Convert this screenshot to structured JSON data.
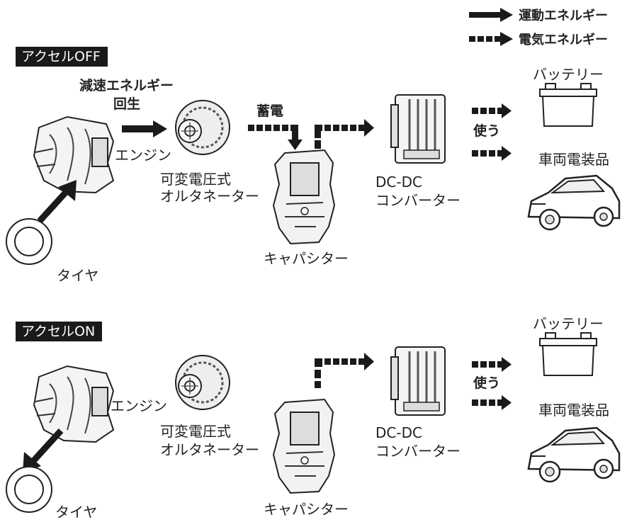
{
  "legend": {
    "kinetic": "運動エネルギー",
    "electric": "電気エネルギー"
  },
  "panels": {
    "off": {
      "tag": "アクセルOFF",
      "decel_line1": "減速エネルギー",
      "decel_line2": "回生",
      "charge": "蓄電",
      "use": "使う",
      "engine": "エンジン",
      "alternator_line1": "可変電圧式",
      "alternator_line2": "オルタネーター",
      "capacitor": "キャパシター",
      "converter_line1": "DC-DC",
      "converter_line2": "コンバーター",
      "battery": "バッテリー",
      "electrical": "車両電装品",
      "tire": "タイヤ"
    },
    "on": {
      "tag": "アクセルON",
      "use": "使う",
      "engine": "エンジン",
      "alternator_line1": "可変電圧式",
      "alternator_line2": "オルタネーター",
      "capacitor": "キャパシター",
      "converter_line1": "DC-DC",
      "converter_line2": "コンバーター",
      "battery": "バッテリー",
      "electrical": "車両電装品",
      "tire": "タイヤ"
    }
  },
  "colors": {
    "ink": "#1a1a1a",
    "label_bg": "#1a1a1a",
    "label_text": "#ffffff"
  }
}
